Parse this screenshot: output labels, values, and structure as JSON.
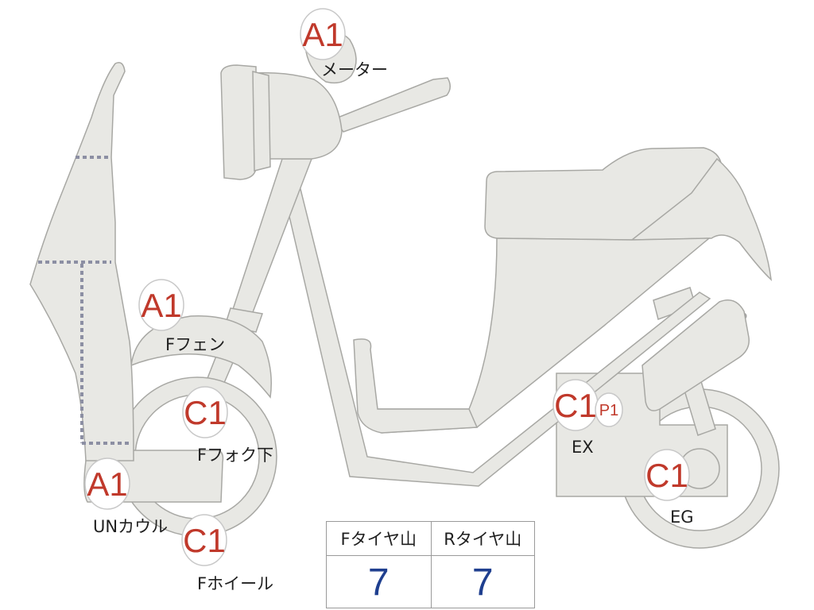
{
  "inspection_marks": [
    {
      "grade": "A1",
      "part": "メーター"
    },
    {
      "grade": "A1",
      "part": "Fフェン"
    },
    {
      "grade": "C1",
      "part": "Fフォク下"
    },
    {
      "grade": "A1",
      "part": "UNカウル"
    },
    {
      "grade": "C1",
      "part": "Fホイール"
    },
    {
      "grade": "C1",
      "secondary_grade": "P1",
      "part": "EX"
    },
    {
      "grade": "C1",
      "part": "EG"
    }
  ],
  "tire_table": {
    "headers": [
      "Fタイヤ山",
      "Rタイヤ山"
    ],
    "values": [
      "7",
      "7"
    ]
  },
  "colors": {
    "part_fill": "#e8e8e4",
    "grade_text": "#c0392b",
    "tire_value": "#1f3f8f"
  }
}
